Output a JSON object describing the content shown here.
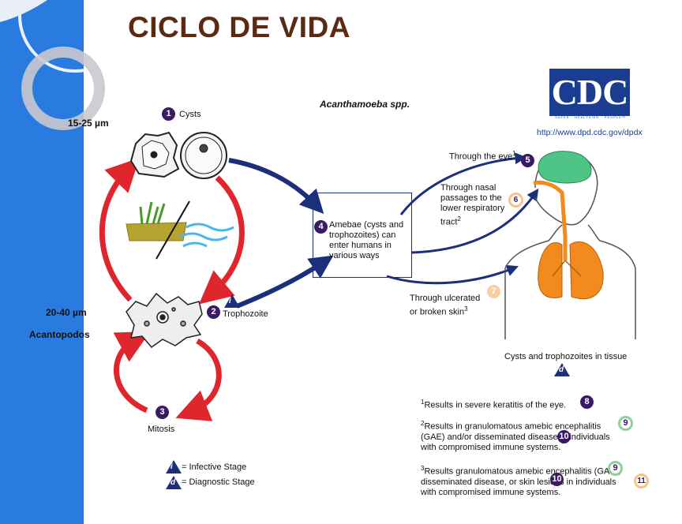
{
  "slide": {
    "title": "CICLO DE VIDA"
  },
  "annotations": {
    "cyst_size": "15-25 µm",
    "trophozoite_size": "20-40 µm",
    "acanthopods": "Acantopodos"
  },
  "diagram": {
    "organism": "Acanthamoeba spp.",
    "cdc_logo": "CDC",
    "cdc_tagline": "SAFER · HEALTHIER · PEOPLE™",
    "url": "http://www.dpd.cdc.gov/dpdx",
    "stages": [
      {
        "num": "1",
        "label": "Cysts"
      },
      {
        "num": "2",
        "label": "Trophozoite"
      },
      {
        "num": "3",
        "label": "Mitosis"
      },
      {
        "num": "4",
        "label": "Amebae (cysts and trophozoites) can enter humans in various ways"
      }
    ],
    "routes": [
      {
        "num": "5",
        "label": "Through the eye",
        "sup": "1"
      },
      {
        "num": "6",
        "label": "Through nasal passages to the lower respiratory tract",
        "sup": "2"
      },
      {
        "num": "7",
        "label": "Through ulcerated or broken skin",
        "sup": "3"
      }
    ],
    "tissue_label": "Cysts and trophozoites in tissue",
    "infective_marker": "i",
    "diagnostic_marker": "d",
    "results": [
      {
        "sup": "1",
        "text": "Results in severe keratitis of the eye.",
        "badges": [
          "8"
        ]
      },
      {
        "sup": "2",
        "text": "Results in granulomatous amebic encephalitis (GAE) and/or disseminated disease in individuals with compromised immune systems.",
        "badges": [
          "9",
          "10"
        ]
      },
      {
        "sup": "3",
        "text": "Results granulomatous amebic encephalitis (GAE), disseminated disease, or skin lesions in individuals with compromised immune systems.",
        "badges": [
          "9",
          "10",
          "11"
        ]
      }
    ],
    "legend": {
      "infective": "= Infective Stage",
      "diagnostic": "= Diagnostic Stage"
    }
  },
  "colors": {
    "sidebar": "#2a7be0",
    "title": "#5a2a14",
    "stage_circle": "#3b1a64",
    "cycle_arrow": "#e0262d",
    "path_arrow": "#1b2f7a",
    "brain": "#4fc487",
    "lungs": "#f28a1e"
  }
}
